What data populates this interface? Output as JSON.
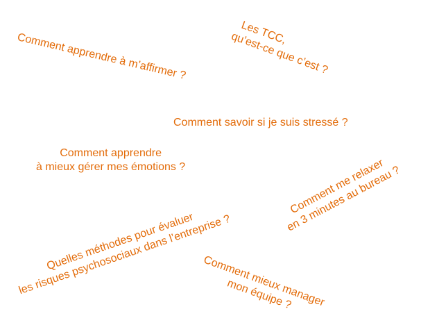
{
  "phrases": [
    {
      "lines": [
        "Comment apprendre à m’affirmer ?"
      ]
    },
    {
      "lines": [
        "Les TCC,",
        "qu’est-ce que c’est  ?"
      ]
    },
    {
      "lines": [
        "Comment savoir si je suis stressé ?"
      ]
    },
    {
      "lines": [
        "Comment apprendre",
        "à mieux gérer mes émotions ?"
      ]
    },
    {
      "lines": [
        "Comment me relaxer",
        "en 3 minutes au bureau ?"
      ]
    },
    {
      "lines": [
        "Quelles méthodes pour évaluer",
        "les risques psychosociaux dans l’entreprise  ?"
      ]
    },
    {
      "lines": [
        "Comment mieux manager",
        "mon équipe  ?"
      ]
    }
  ],
  "colors": {
    "text": "#e36c0a",
    "background": "#ffffff"
  }
}
